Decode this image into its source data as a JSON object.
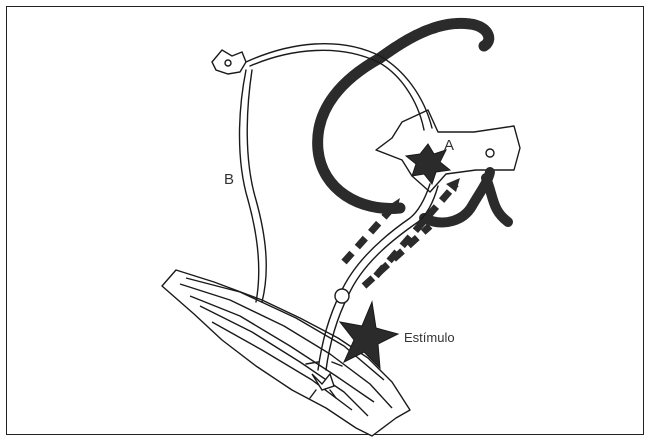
{
  "labels": {
    "a": "A",
    "b": "B",
    "stimulus": "Estímulo"
  },
  "colors": {
    "line": "#1a1a1a",
    "fill_dark": "#2b2b2b",
    "background": "#ffffff"
  }
}
